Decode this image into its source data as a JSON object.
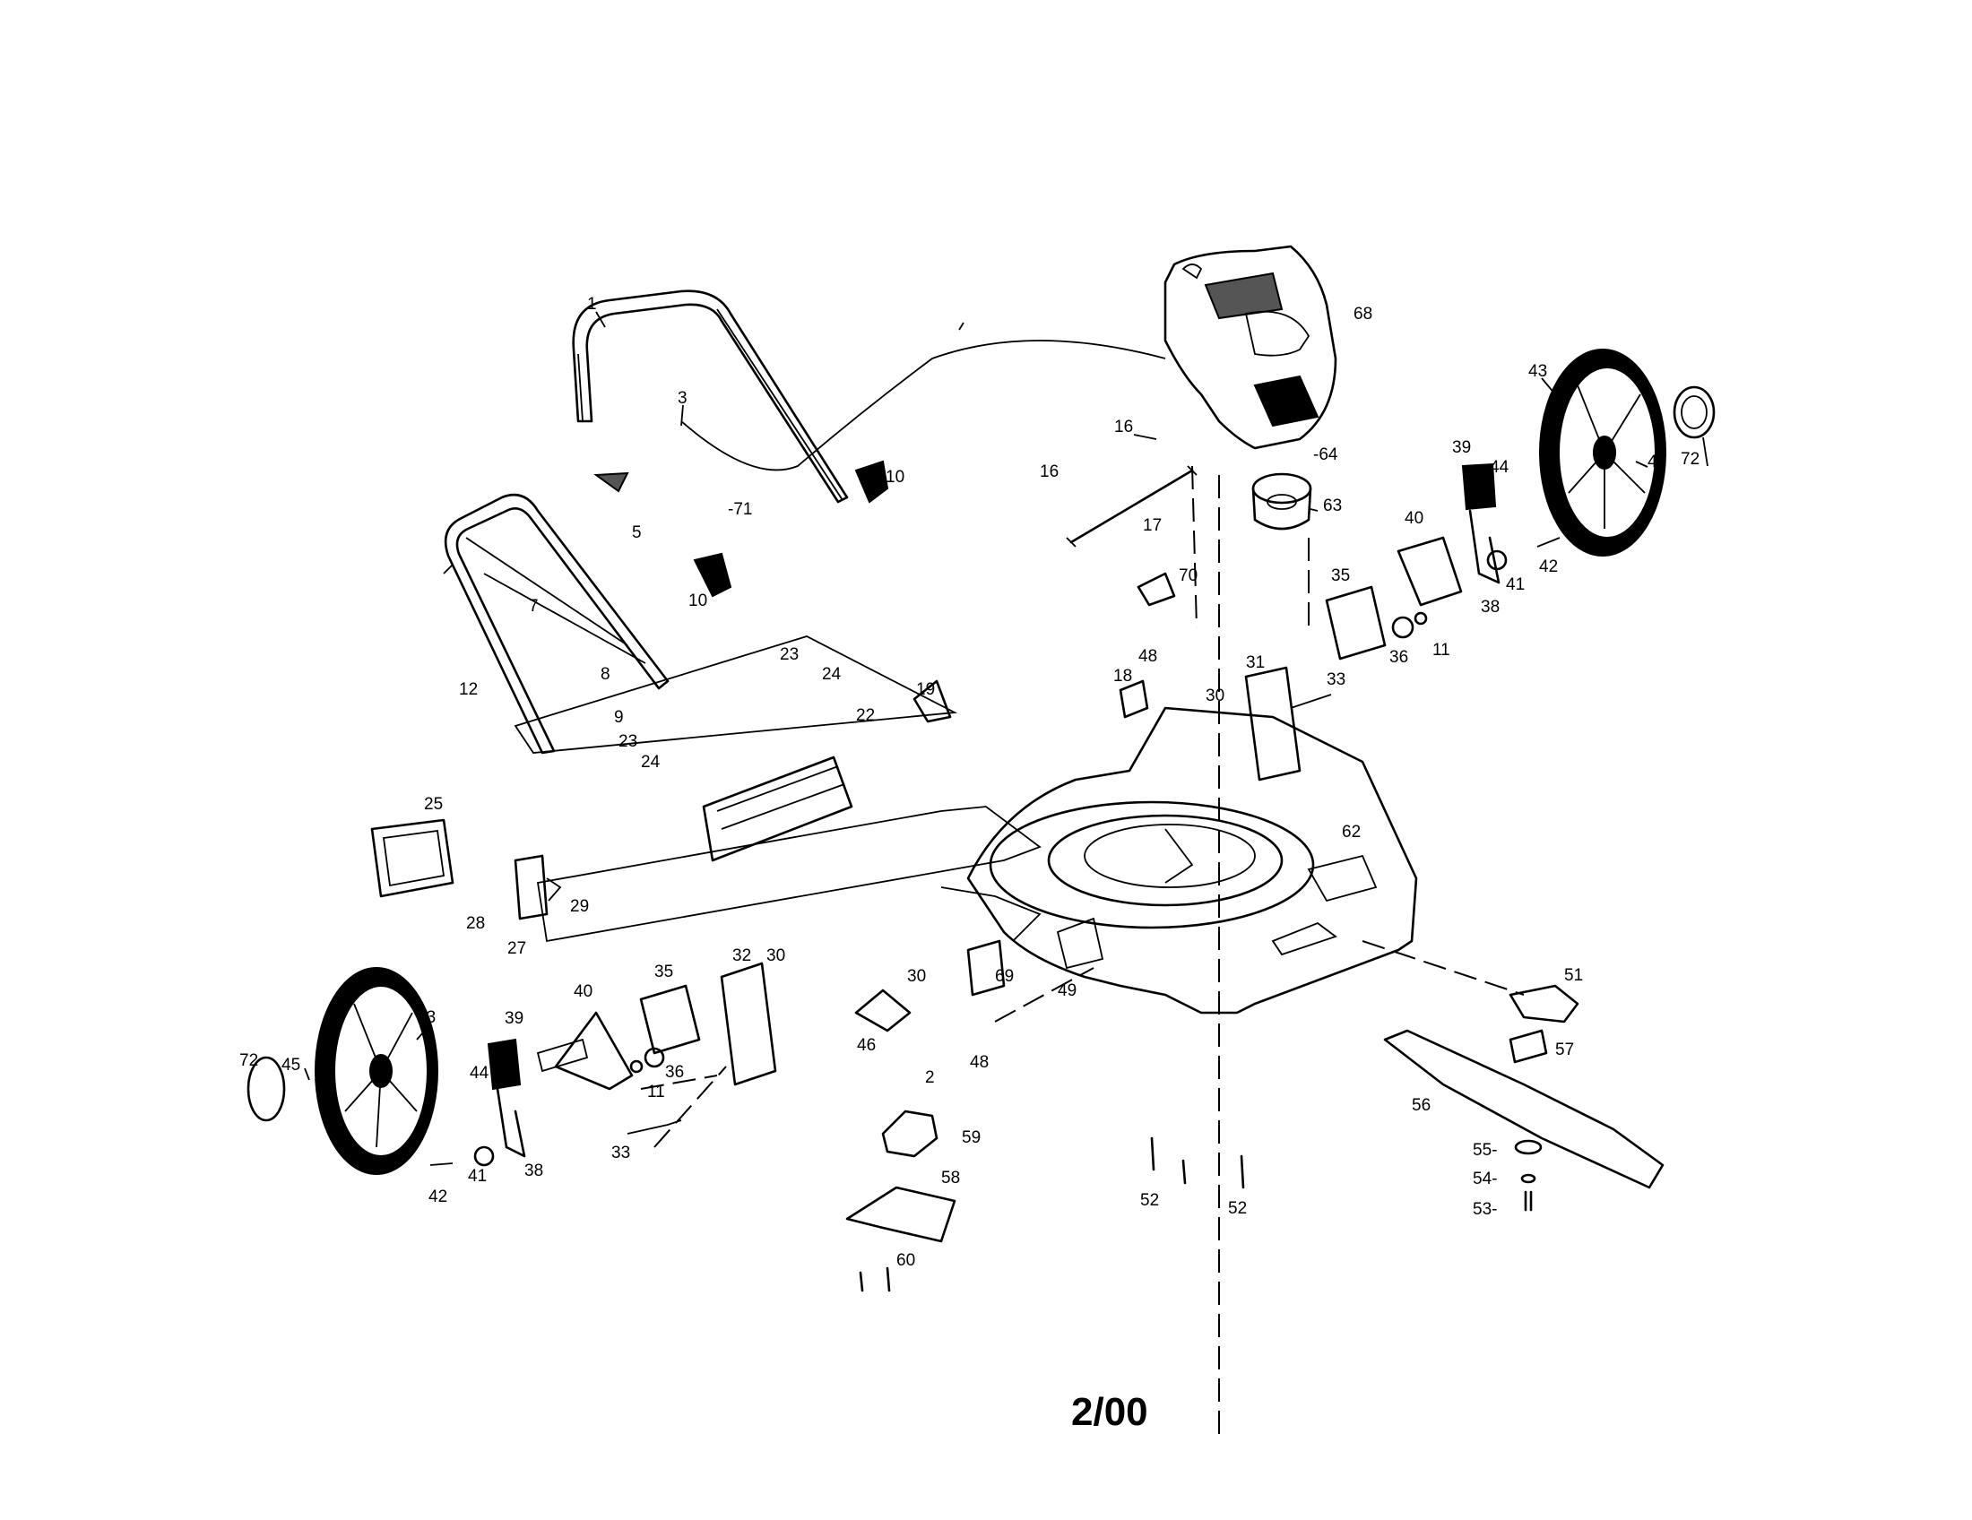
{
  "footer": {
    "date_code": "2/00"
  },
  "callouts": [
    {
      "id": "c1",
      "text": "1"
    },
    {
      "id": "c3",
      "text": "3"
    },
    {
      "id": "c5",
      "text": "5"
    },
    {
      "id": "c71",
      "text": "-71"
    },
    {
      "id": "c10a",
      "text": "10"
    },
    {
      "id": "c10b",
      "text": "10"
    },
    {
      "id": "c7",
      "text": "7"
    },
    {
      "id": "c8",
      "text": "8"
    },
    {
      "id": "c9",
      "text": "9"
    },
    {
      "id": "c12",
      "text": "12"
    },
    {
      "id": "c16a",
      "text": "16"
    },
    {
      "id": "c16b",
      "text": "16"
    },
    {
      "id": "c17",
      "text": "17"
    },
    {
      "id": "c68",
      "text": "68"
    },
    {
      "id": "c64",
      "text": "-64"
    },
    {
      "id": "c63",
      "text": "63"
    },
    {
      "id": "c70",
      "text": "70"
    },
    {
      "id": "c48a",
      "text": "48"
    },
    {
      "id": "c18",
      "text": "18"
    },
    {
      "id": "c23a",
      "text": "23"
    },
    {
      "id": "c24a",
      "text": "24"
    },
    {
      "id": "c19",
      "text": "19"
    },
    {
      "id": "c22",
      "text": "22"
    },
    {
      "id": "c23b",
      "text": "23"
    },
    {
      "id": "c24b",
      "text": "24"
    },
    {
      "id": "c25",
      "text": "25"
    },
    {
      "id": "c28",
      "text": "28"
    },
    {
      "id": "c29",
      "text": "29"
    },
    {
      "id": "c27",
      "text": "27"
    },
    {
      "id": "c43a",
      "text": "43"
    },
    {
      "id": "c72a",
      "text": "72"
    },
    {
      "id": "c45a",
      "text": "45"
    },
    {
      "id": "c39a",
      "text": "39"
    },
    {
      "id": "c44a",
      "text": "44"
    },
    {
      "id": "c40a",
      "text": "40"
    },
    {
      "id": "c42a",
      "text": "42"
    },
    {
      "id": "c41a",
      "text": "41"
    },
    {
      "id": "c38a",
      "text": "38"
    },
    {
      "id": "c35a",
      "text": "35"
    },
    {
      "id": "c11a",
      "text": "11"
    },
    {
      "id": "c36a",
      "text": "36"
    },
    {
      "id": "c33a",
      "text": "33"
    },
    {
      "id": "c32",
      "text": "32"
    },
    {
      "id": "c30a",
      "text": "30"
    },
    {
      "id": "c30b",
      "text": "30"
    },
    {
      "id": "c69",
      "text": "69"
    },
    {
      "id": "c48b",
      "text": "48"
    },
    {
      "id": "c46",
      "text": "46"
    },
    {
      "id": "c49",
      "text": "49"
    },
    {
      "id": "c2",
      "text": "2"
    },
    {
      "id": "c59",
      "text": "59"
    },
    {
      "id": "c58",
      "text": "58"
    },
    {
      "id": "c60",
      "text": "60"
    },
    {
      "id": "c52a",
      "text": "52"
    },
    {
      "id": "c52b",
      "text": "52"
    },
    {
      "id": "c62",
      "text": "62"
    },
    {
      "id": "c30c",
      "text": "30"
    },
    {
      "id": "c31",
      "text": "31"
    },
    {
      "id": "c33b",
      "text": "33"
    },
    {
      "id": "c35b",
      "text": "35"
    },
    {
      "id": "c36b",
      "text": "36"
    },
    {
      "id": "c11b",
      "text": "11"
    },
    {
      "id": "c40b",
      "text": "40"
    },
    {
      "id": "c39b",
      "text": "39"
    },
    {
      "id": "c44b",
      "text": "44"
    },
    {
      "id": "c41b",
      "text": "41"
    },
    {
      "id": "c38b",
      "text": "38"
    },
    {
      "id": "c42b",
      "text": "42"
    },
    {
      "id": "c43b",
      "text": "43"
    },
    {
      "id": "c45b",
      "text": "45"
    },
    {
      "id": "c72b",
      "text": "72"
    },
    {
      "id": "c51",
      "text": "51"
    },
    {
      "id": "c57",
      "text": "57"
    },
    {
      "id": "c56",
      "text": "56"
    },
    {
      "id": "c55",
      "text": "55-"
    },
    {
      "id": "c54",
      "text": "54-"
    },
    {
      "id": "c53",
      "text": "53-"
    }
  ]
}
